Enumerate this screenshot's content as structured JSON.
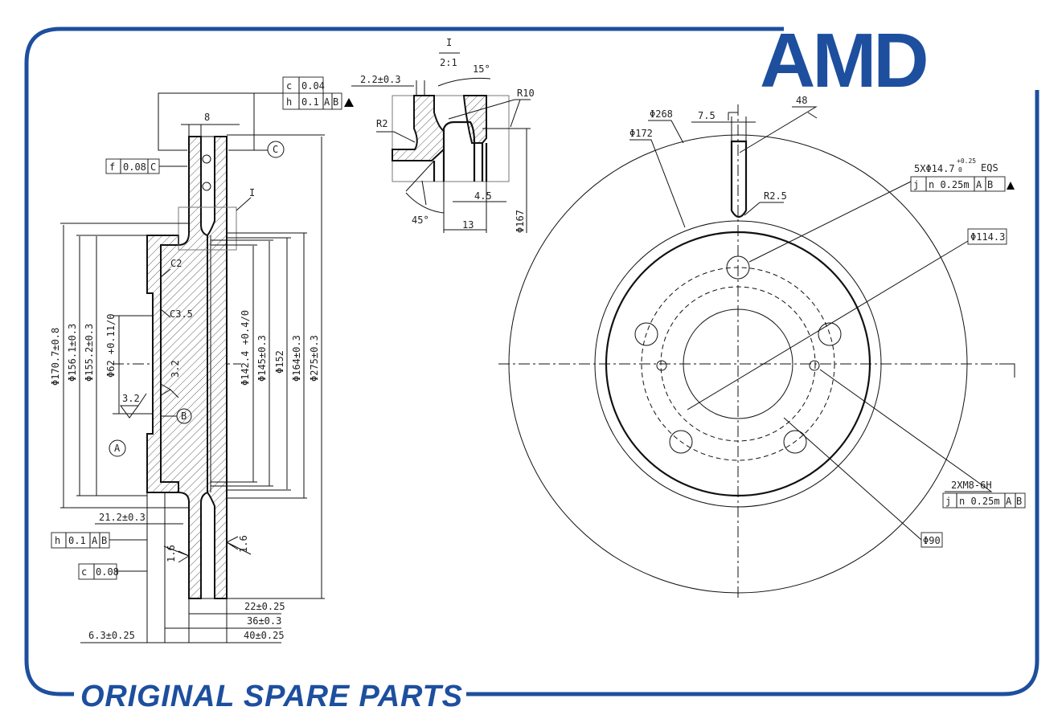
{
  "brand": {
    "logo_text": "AMD",
    "tagline": "ORIGINAL SPARE PARTS",
    "color": "#1d4f9e"
  },
  "section_view": {
    "tol_top": {
      "sym1": "c",
      "val1": "0.04",
      "sym2": "h",
      "val2": "0.1",
      "ref_a": "A",
      "ref_b": "B"
    },
    "width_8": "8",
    "datum_c": "C",
    "tol_flat": {
      "sym": "f",
      "val": "0.08",
      "ref": "C"
    },
    "detail_ref": "I",
    "chamfer_c2": "C2",
    "chamfer_c35": "C3.5",
    "diameters": [
      "Φ170.7±0.8",
      "Φ156.1±0.3",
      "Φ155.2±0.3",
      "Φ62 +0.11/0",
      "Φ142.4 +0.4/0",
      "Φ145±0.3",
      "Φ152",
      "Φ164±0.3",
      "Φ275±0.3"
    ],
    "rough_32a": "3.2",
    "rough_32b": "3.2",
    "datum_a": "A",
    "datum_b": "B",
    "offset": "21.2±0.3",
    "tol_runout": {
      "sym": "h",
      "val": "0.1",
      "ref_a": "A",
      "ref_b": "B"
    },
    "tol_c": {
      "sym": "c",
      "val": "0.08"
    },
    "rough_16a": "1.6",
    "rough_16b": "1.6",
    "thick_22": "22±0.25",
    "thick_36": "36±0.3",
    "thick_40": "40±0.25",
    "thick_63": "6.3±0.25"
  },
  "detail_view": {
    "ref": "I",
    "scale": "2:1",
    "dim_22": "2.2±0.3",
    "angle_15": "15°",
    "r10": "R10",
    "r2": "R2",
    "angle_45": "45°",
    "dim_13": "13",
    "dim_45": "4.5",
    "dia_167": "Φ167"
  },
  "front_view": {
    "dia_268": "Φ268",
    "dia_172": "Φ172",
    "dim_75": "7.5",
    "dim_48": "48",
    "holes": "5XΦ14.7",
    "holes_tol_up": "+0.25",
    "holes_tol_lo": "0",
    "eqs": "EQS",
    "tol1": {
      "sym": "j",
      "val": "n 0.25m",
      "ref_a": "A",
      "ref_b": "B"
    },
    "r25": "R2.5",
    "pcd": "Φ114.3",
    "threads": "2XM8-6H",
    "tol2": {
      "sym": "j",
      "val": "n 0.25m",
      "ref_a": "A",
      "ref_b": "B"
    },
    "dia_90": "Φ90"
  }
}
